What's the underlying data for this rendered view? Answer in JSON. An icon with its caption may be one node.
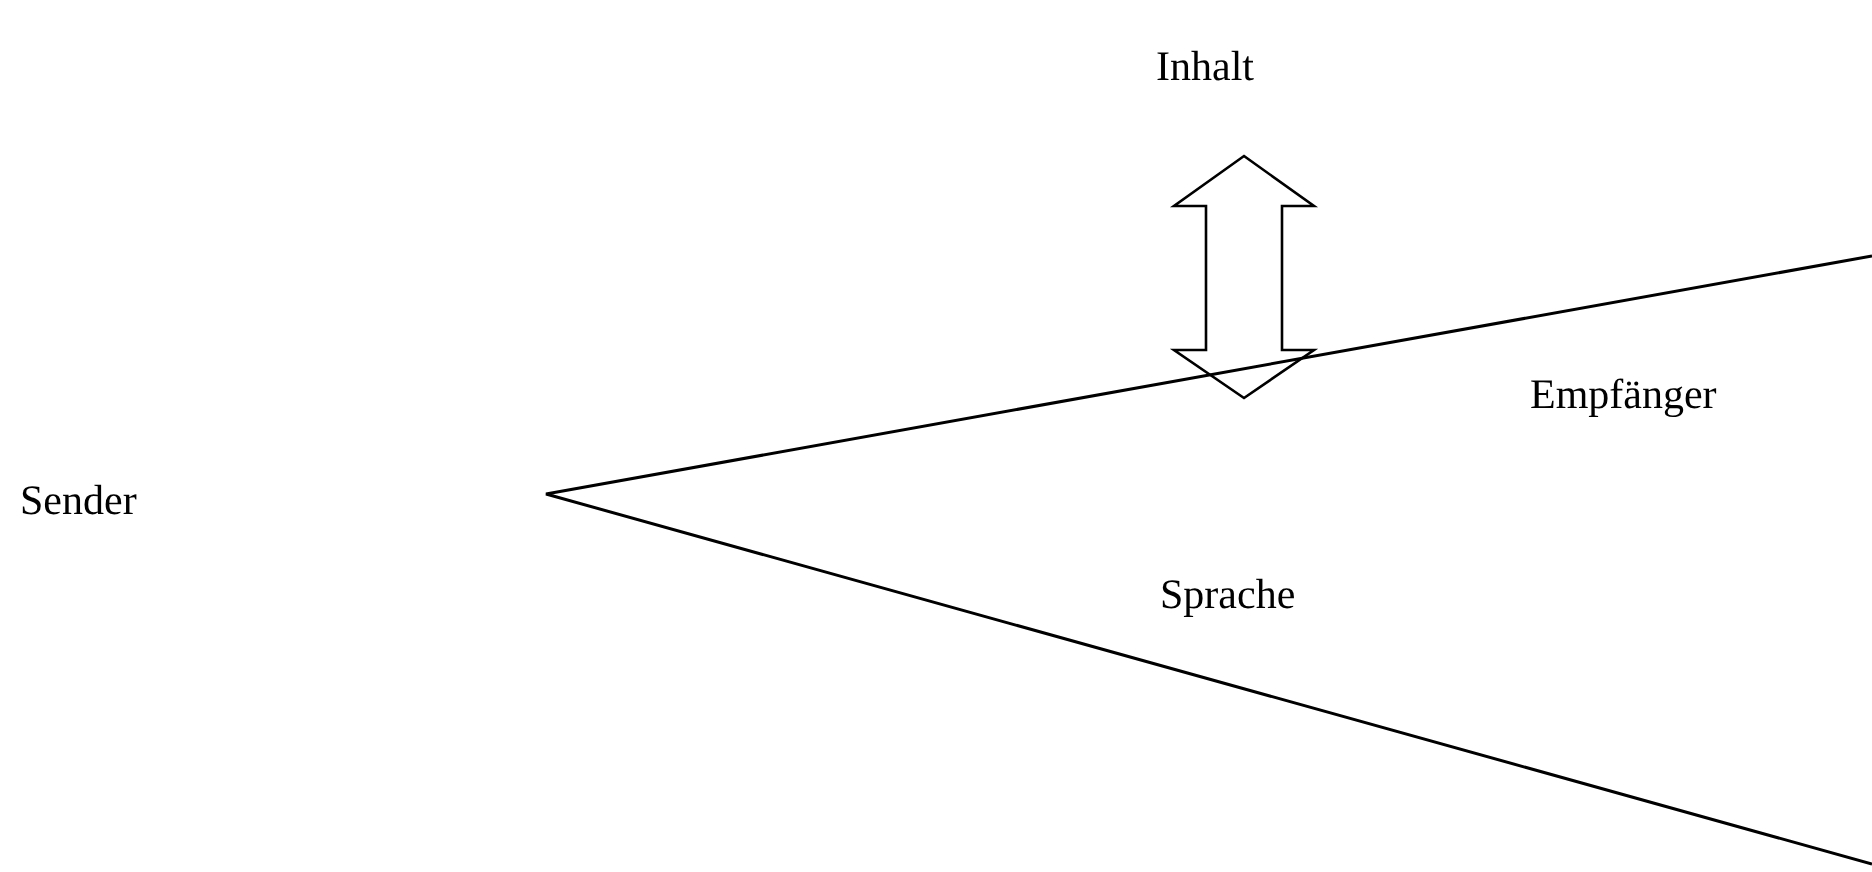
{
  "diagram": {
    "labels": [
      "Inhalt",
      "Sender",
      "Empfänger",
      "Sprache"
    ]
  }
}
